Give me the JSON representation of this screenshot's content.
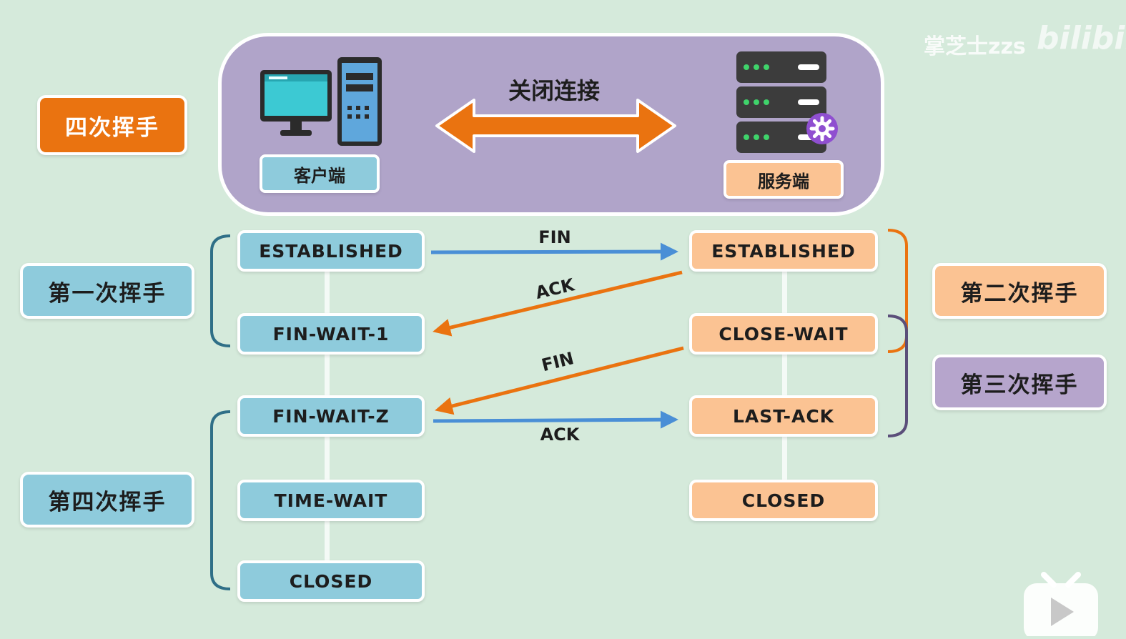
{
  "top": {
    "connection_label": "关闭连接",
    "client_label": "客户端",
    "server_label": "服务端"
  },
  "main_title": "四次挥手",
  "steps": {
    "first": "第一次挥手",
    "second": "第二次挥手",
    "third": "第三次挥手",
    "fourth": "第四次挥手"
  },
  "client_states": [
    "ESTABLISHED",
    "FIN-WAIT-1",
    "FIN-WAIT-Z",
    "TIME-WAIT",
    "CLOSED"
  ],
  "server_states": [
    "ESTABLISHED",
    "CLOSE-WAIT",
    "LAST-ACK",
    "CLOSED"
  ],
  "messages": [
    "FIN",
    "ACK",
    "FIN",
    "ACK"
  ],
  "watermark": {
    "author": "掌芝士zzs",
    "brand": "bilibili"
  },
  "colors": {
    "client": "#8ecbdc",
    "server": "#fbc393",
    "accent_orange": "#ea7310",
    "arrow_blue": "#4a8fd6",
    "panel_purple": "#b0a4c9",
    "bracket_purple": "#5b4f7a",
    "bracket_teal": "#2f6f87"
  },
  "icons": [
    "desktop-computer-icon",
    "server-rack-icon",
    "gear-icon",
    "play-icon"
  ]
}
